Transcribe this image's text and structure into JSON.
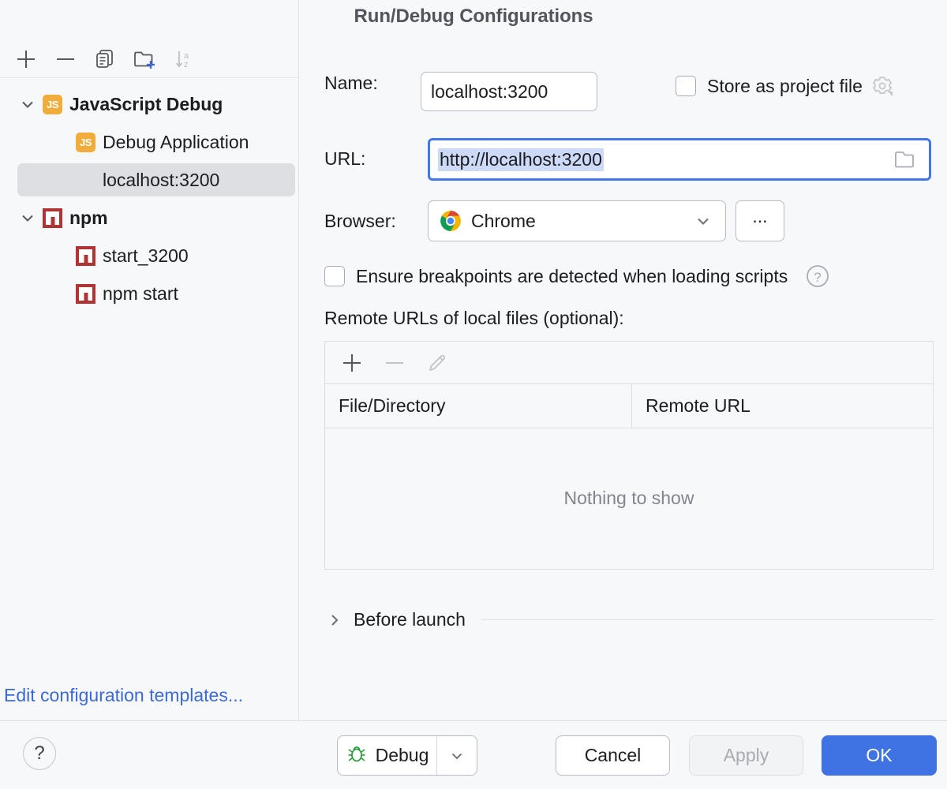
{
  "window": {
    "title": "Run/Debug Configurations",
    "traffic_lights": [
      "close",
      "minimize",
      "maximize"
    ]
  },
  "sidebar": {
    "toolbar": [
      {
        "name": "add-configuration-button",
        "icon": "plus-icon"
      },
      {
        "name": "remove-configuration-button",
        "icon": "minus-icon"
      },
      {
        "name": "copy-configuration-button",
        "icon": "copy-icon"
      },
      {
        "name": "new-folder-button",
        "icon": "new-folder-icon"
      },
      {
        "name": "sort-configurations-button",
        "icon": "sort-az-icon"
      }
    ],
    "tree": [
      {
        "label": "JavaScript Debug",
        "type": "group",
        "icon": "js-icon",
        "expanded": true,
        "selected": false
      },
      {
        "label": "Debug Application",
        "type": "child",
        "icon": "js-icon",
        "selected": false
      },
      {
        "label": "localhost:3200",
        "type": "child",
        "icon": "js-icon",
        "selected": true
      },
      {
        "label": "npm",
        "type": "group",
        "icon": "npm-icon",
        "expanded": true,
        "selected": false
      },
      {
        "label": "start_3200",
        "type": "child",
        "icon": "npm-icon",
        "selected": false
      },
      {
        "label": "npm start",
        "type": "child",
        "icon": "npm-icon",
        "selected": false
      }
    ],
    "edit_templates_link": "Edit configuration templates..."
  },
  "form": {
    "name_label": "Name:",
    "name_value": "localhost:3200",
    "store_as_project_file_label": "Store as project file",
    "store_as_project_file_checked": false,
    "store_settings_icon": "gear-icon",
    "url_label": "URL:",
    "url_value": "http://localhost:3200",
    "url_selected": true,
    "url_browse_icon": "folder-icon",
    "browser_label": "Browser:",
    "browser_value": "Chrome",
    "browser_icon": "chrome-icon",
    "browser_more_label": "...",
    "ensure_breakpoints_label": "Ensure breakpoints are detected when loading scripts",
    "ensure_breakpoints_checked": false,
    "ensure_breakpoints_help_icon": "help-circle-icon",
    "remote_urls_title": "Remote URLs of local files (optional):",
    "remote_table": {
      "toolbar": [
        {
          "name": "add-remote-url-button",
          "icon": "plus-icon",
          "enabled": true
        },
        {
          "name": "remove-remote-url-button",
          "icon": "minus-icon",
          "enabled": false
        },
        {
          "name": "edit-remote-url-button",
          "icon": "pencil-icon",
          "enabled": false
        }
      ],
      "columns": [
        "File/Directory",
        "Remote URL"
      ],
      "rows": [],
      "empty_text": "Nothing to show"
    },
    "before_launch_label": "Before launch",
    "before_launch_expanded": false
  },
  "footer": {
    "help_label": "?",
    "debug_label": "Debug",
    "debug_icon": "bug-icon",
    "cancel_label": "Cancel",
    "apply_label": "Apply",
    "apply_enabled": false,
    "ok_label": "OK"
  },
  "colors": {
    "accent": "#3f73e3",
    "focus_ring": "#4376e8",
    "selection": "#ccd9f7",
    "js_badge": "#f0ad3c",
    "npm_badge": "#b03434",
    "link": "#3b69d8",
    "background": "#f7f8fa"
  }
}
